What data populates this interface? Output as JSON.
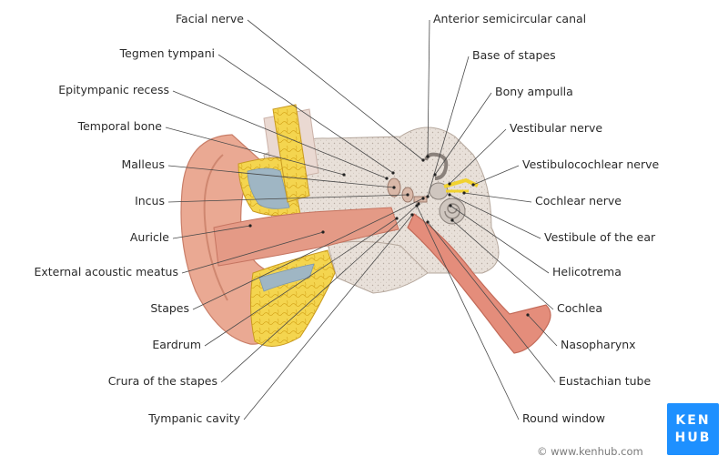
{
  "labels_left": [
    {
      "key": "facial_nerve",
      "text": "Facial nerve"
    },
    {
      "key": "tegmen_tympani",
      "text": "Tegmen tympani"
    },
    {
      "key": "epitympanic_recess",
      "text": "Epitympanic recess"
    },
    {
      "key": "temporal_bone",
      "text": "Temporal bone"
    },
    {
      "key": "malleus",
      "text": "Malleus"
    },
    {
      "key": "incus",
      "text": "Incus"
    },
    {
      "key": "auricle",
      "text": "Auricle"
    },
    {
      "key": "external_acoustic_meatus",
      "text": "External acoustic meatus"
    },
    {
      "key": "stapes",
      "text": "Stapes"
    },
    {
      "key": "eardrum",
      "text": "Eardrum"
    },
    {
      "key": "crura_of_the_stapes",
      "text": "Crura of the stapes"
    },
    {
      "key": "tympanic_cavity",
      "text": "Tympanic cavity"
    }
  ],
  "labels_right": [
    {
      "key": "anterior_semicircular_canal",
      "text": "Anterior semicircular canal"
    },
    {
      "key": "base_of_stapes",
      "text": "Base of stapes"
    },
    {
      "key": "bony_ampulla",
      "text": "Bony ampulla"
    },
    {
      "key": "vestibular_nerve",
      "text": "Vestibular nerve"
    },
    {
      "key": "vestibulocochlear_nerve",
      "text": "Vestibulocochlear nerve"
    },
    {
      "key": "cochlear_nerve",
      "text": "Cochlear nerve"
    },
    {
      "key": "vestibule_of_the_ear",
      "text": "Vestibule of the ear"
    },
    {
      "key": "helicotrema",
      "text": "Helicotrema"
    },
    {
      "key": "cochlea",
      "text": "Cochlea"
    },
    {
      "key": "nasopharynx",
      "text": "Nasopharynx"
    },
    {
      "key": "eustachian_tube",
      "text": "Eustachian tube"
    },
    {
      "key": "round_window",
      "text": "Round window"
    }
  ],
  "logo": {
    "line1": "KEN",
    "line2": "HUB"
  },
  "copyright": "© www.kenhub.com",
  "colors": {
    "skin": "#e9a48f",
    "bone": "#e6ddd6",
    "fat": "#f2d24a",
    "tube": "#e39282",
    "leader": "#4a4a4a",
    "brand": "#1e90ff"
  }
}
